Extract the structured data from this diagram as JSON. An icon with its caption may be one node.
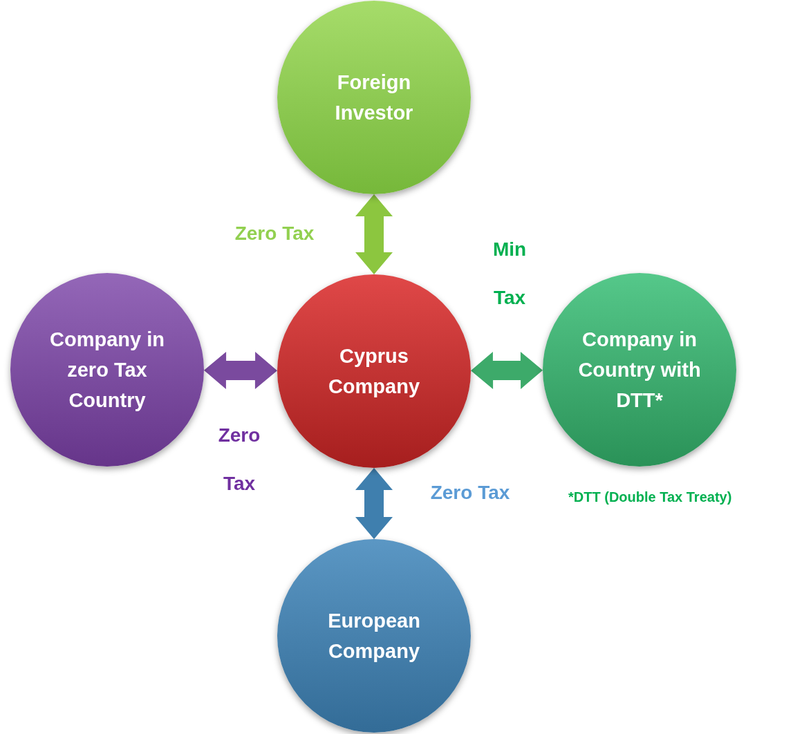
{
  "diagram": {
    "nodes": [
      {
        "text": [
          "Foreign Investor"
        ]
      },
      {
        "text": [
          "Company in zero Tax Country"
        ]
      },
      {
        "text": [
          "Cyprus Company"
        ]
      },
      {
        "text": [
          "Company in Country with DTT*"
        ]
      },
      {
        "text": [
          "European Company"
        ]
      }
    ],
    "edges": [
      {
        "from": 2,
        "to": 0,
        "arrow": "both",
        "label": "Zero Tax",
        "color": "#8cc63f"
      },
      {
        "from": 1,
        "to": 2,
        "arrow": "both",
        "label": "Zero Tax",
        "color": "#7a4a9e"
      },
      {
        "from": 2,
        "to": 3,
        "arrow": "both",
        "label": "Min Tax",
        "color": "#3daa6a"
      },
      {
        "from": 2,
        "to": 4,
        "arrow": "both",
        "label": "Zero Tax",
        "color": "#3f7fae"
      }
    ],
    "labels": [
      "*DTT (Double Tax Treaty)"
    ]
  }
}
